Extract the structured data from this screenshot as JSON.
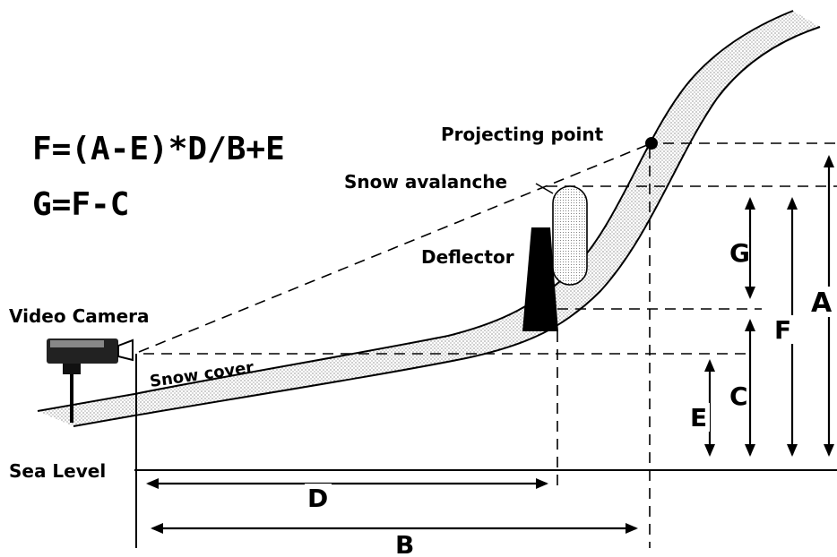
{
  "equations": {
    "f_formula": "F=(A-E)*D/B+E",
    "g_formula": "G=F-C"
  },
  "labels": {
    "projecting_point": "Projecting point",
    "snow_avalanche": "Snow avalanche",
    "deflector": "Deflector",
    "video_camera": "Video Camera",
    "snow_cover": "Snow cover",
    "sea_level": "Sea Level"
  },
  "dimensions": {
    "a": "A",
    "b": "B",
    "c": "C",
    "d": "D",
    "e": "E",
    "f": "F",
    "g": "G"
  }
}
